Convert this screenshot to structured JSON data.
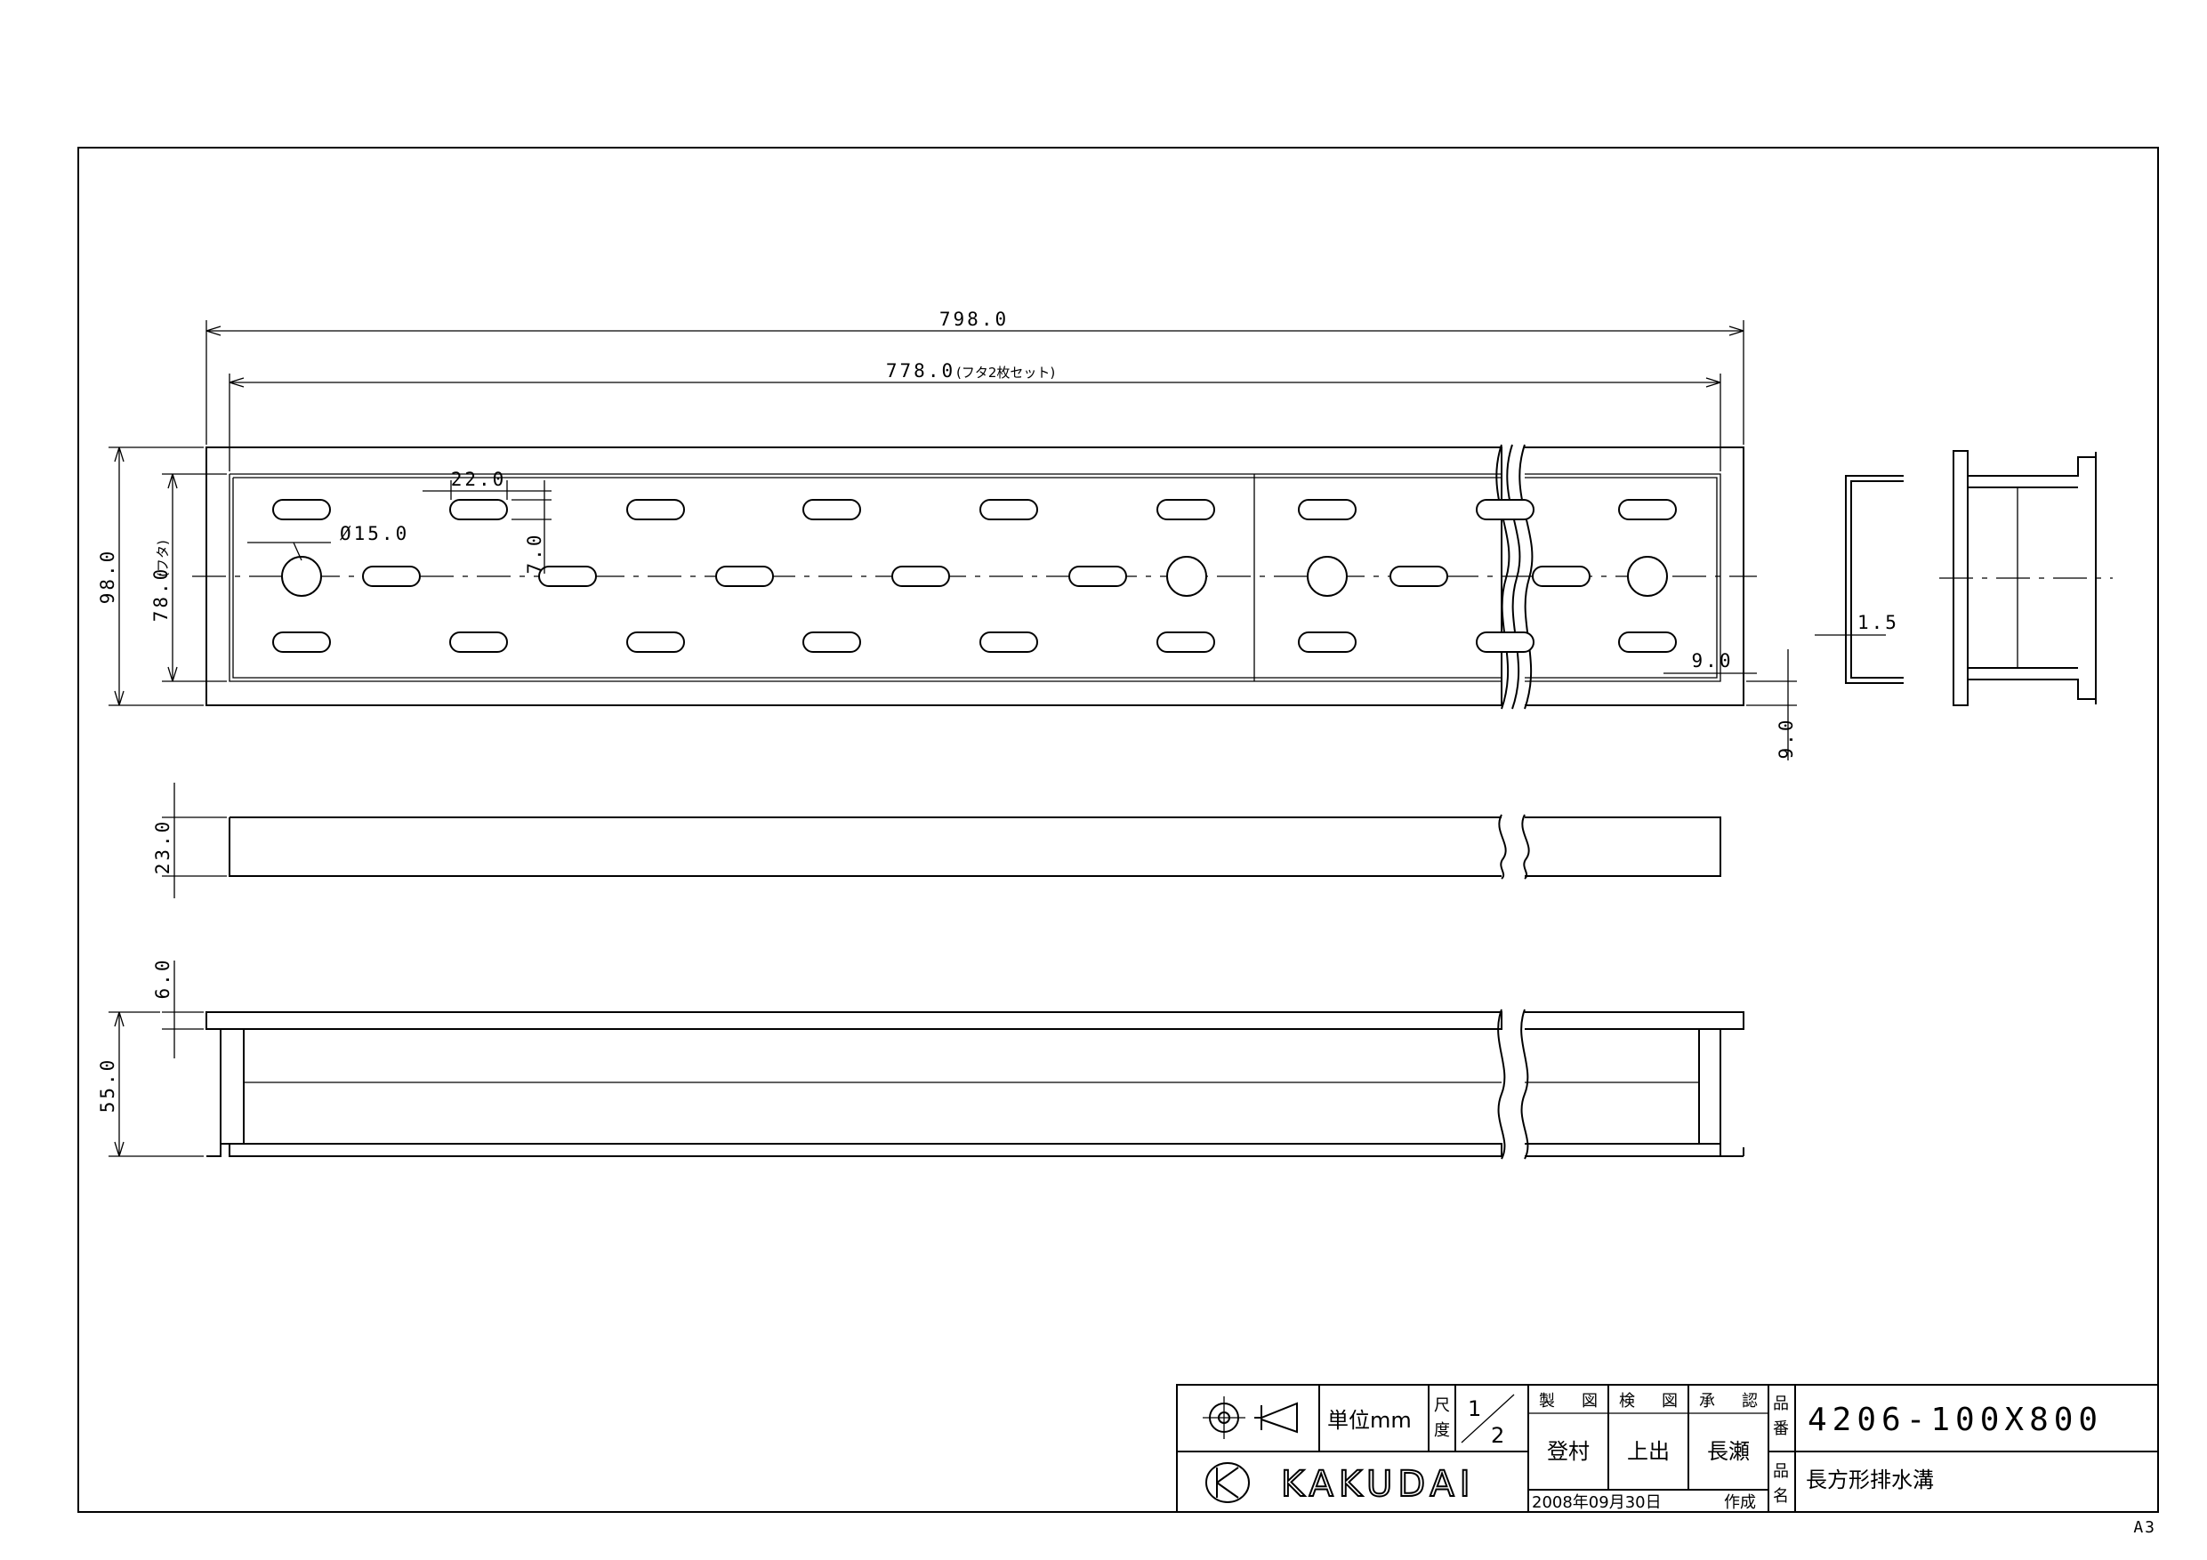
{
  "dimensions": {
    "overall_length": "798.0",
    "cover_length": "778.0",
    "cover_length_note": "(フタ2枚セット)",
    "slot_pitch": "22.0",
    "hole_diameter": "Ø15.0",
    "slot_width": "7.0",
    "overall_width": "98.0",
    "cover_width": "78.0",
    "cover_width_note": "(フタ)",
    "wall_thickness": "1.5",
    "flange_offset": "9.0",
    "flange_offset_2": "9.0",
    "cover_height": "23.0",
    "flange_height": "6.0",
    "body_height": "55.0"
  },
  "title_block": {
    "unit_label": "単位mm",
    "scale_label_1": "尺",
    "scale_label_2": "度",
    "scale_num": "1",
    "scale_den": "2",
    "drawn_label_1": "製",
    "drawn_label_2": "図",
    "checked_label_1": "検",
    "checked_label_2": "図",
    "approved_label_1": "承",
    "approved_label_2": "認",
    "drawn_by": "登村",
    "checked_by": "上出",
    "approved_by": "長瀬",
    "part_no_label_1": "品",
    "part_no_label_2": "番",
    "part_name_label_1": "品",
    "part_name_label_2": "名",
    "part_number": "4206-100X800",
    "part_name": "長方形排水溝",
    "date": "2008年09月30日",
    "date_suffix": "作成",
    "brand": "KAKUDAI"
  },
  "sheet_size": "A3",
  "projection_icon": "third-angle-projection-icon",
  "logo_icon": "kakudai-logo-icon"
}
